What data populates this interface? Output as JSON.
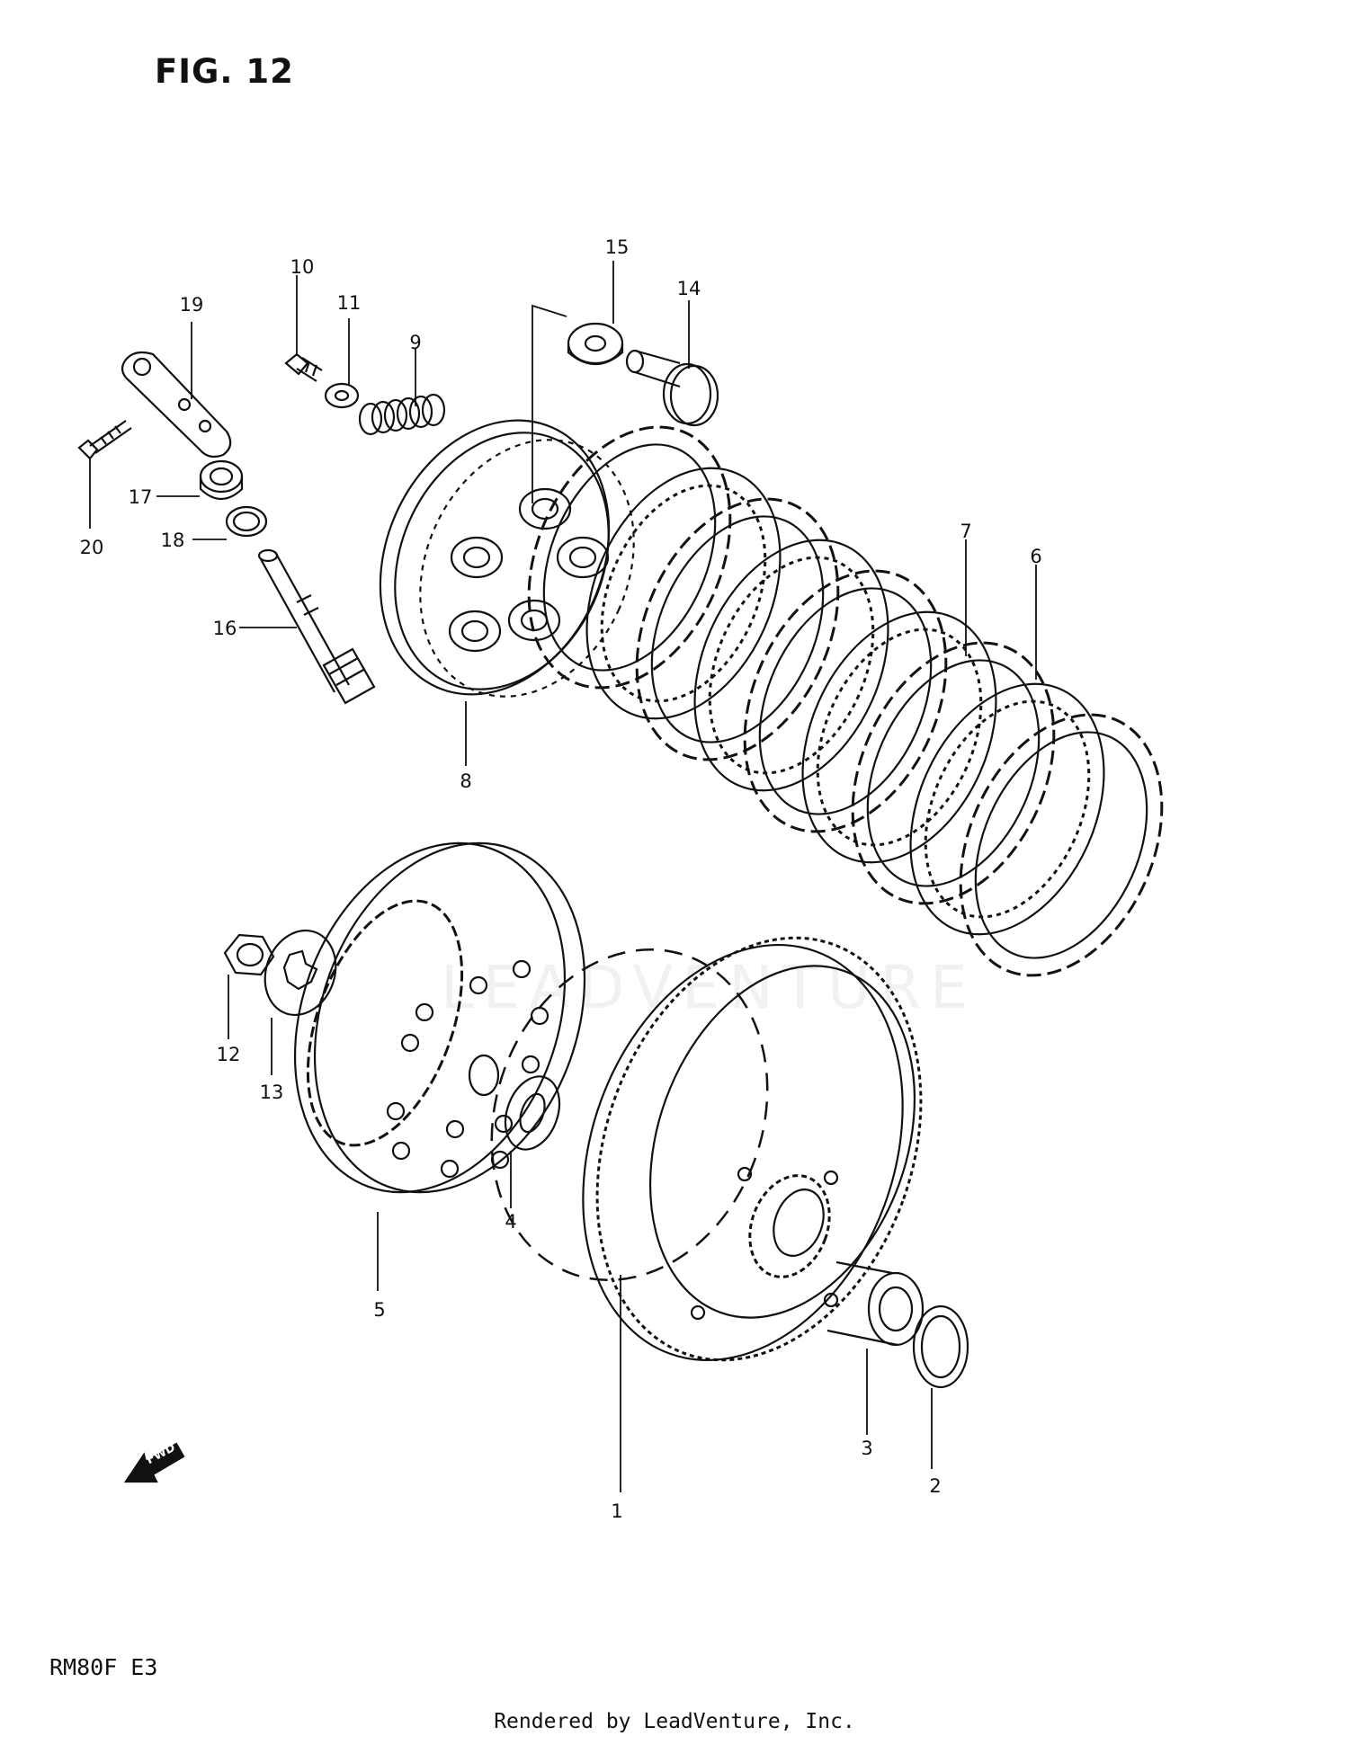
{
  "figure": {
    "title": "FIG. 12"
  },
  "model_code": "RM80F  E3",
  "footer": "Rendered by LeadVenture, Inc.",
  "watermark": "LEADVENTURE",
  "fwd_label": "FWD",
  "callouts": [
    {
      "id": "1",
      "label": "1"
    },
    {
      "id": "2",
      "label": "2"
    },
    {
      "id": "3",
      "label": "3"
    },
    {
      "id": "4",
      "label": "4"
    },
    {
      "id": "5",
      "label": "5"
    },
    {
      "id": "6",
      "label": "6"
    },
    {
      "id": "7",
      "label": "7"
    },
    {
      "id": "8",
      "label": "8"
    },
    {
      "id": "9",
      "label": "9"
    },
    {
      "id": "10",
      "label": "10"
    },
    {
      "id": "11",
      "label": "11"
    },
    {
      "id": "12",
      "label": "12"
    },
    {
      "id": "13",
      "label": "13"
    },
    {
      "id": "14",
      "label": "14"
    },
    {
      "id": "15",
      "label": "15"
    },
    {
      "id": "16",
      "label": "16"
    },
    {
      "id": "17",
      "label": "17"
    },
    {
      "id": "18",
      "label": "18"
    },
    {
      "id": "19",
      "label": "19"
    },
    {
      "id": "20",
      "label": "20"
    }
  ]
}
